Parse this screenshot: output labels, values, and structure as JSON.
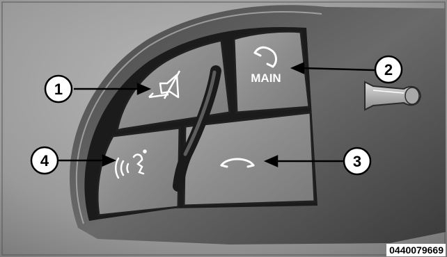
{
  "buttons": {
    "main_label": "MAIN"
  },
  "callouts": [
    "1",
    "2",
    "3",
    "4"
  ],
  "figure_id": "0440079669",
  "icons": {
    "button_1": "mute-speaker-icon",
    "button_2": "phone-main-icon",
    "button_3": "phone-hang-up-icon",
    "button_4": "voice-command-icon",
    "horn": "horn-icon"
  },
  "colors": {
    "background": "#9c9c9c",
    "panel": "#8e8e8e",
    "bezel": "#1a1a1a",
    "icon": "#ffffff"
  }
}
